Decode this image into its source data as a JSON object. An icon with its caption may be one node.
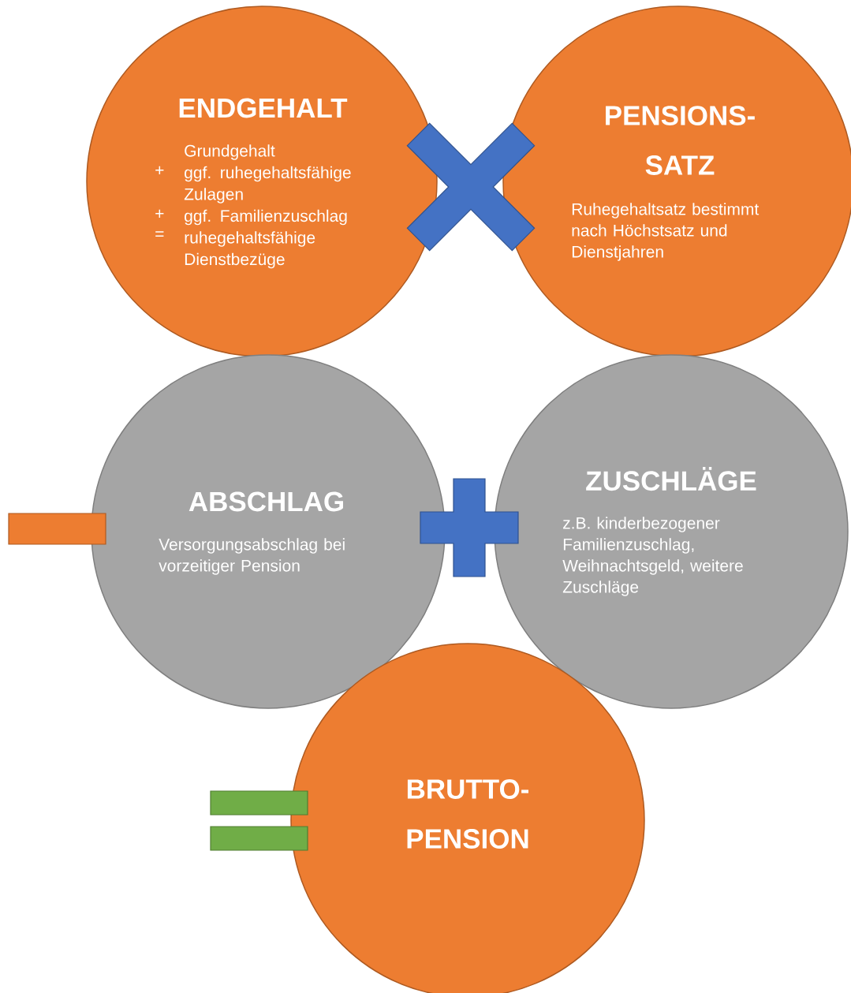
{
  "diagram": {
    "nodes": [
      {
        "text": [
          "ENDGEHALT",
          "Grundgehalt",
          "+",
          "ggf. ruhegehaltsfähige Zulagen",
          "+",
          "ggf. Familienzuschlag",
          "=",
          "ruhegehaltsfähige Dienstbezüge"
        ]
      },
      {
        "text": [
          "PENSIONS- SATZ",
          "Ruhegehaltsatz bestimmt nach Höchstsatz und Dienstjahren"
        ]
      },
      {
        "text": [
          "ABSCHLAG",
          "Versorgungsabschlag bei vorzeitiger Pension"
        ]
      },
      {
        "text": [
          "ZUSCHLÄGE",
          "z.B. kinderbezogener Familienzuschlag, Weihnachtsgeld, weitere Zuschläge"
        ]
      },
      {
        "text": [
          "BRUTTO- PENSION"
        ]
      },
      {
        "text": [],
        "shape": "cross"
      },
      {
        "text": [],
        "shape": "bar"
      },
      {
        "text": [],
        "shape": "plus"
      },
      {
        "text": [],
        "shape": "equals"
      }
    ]
  }
}
